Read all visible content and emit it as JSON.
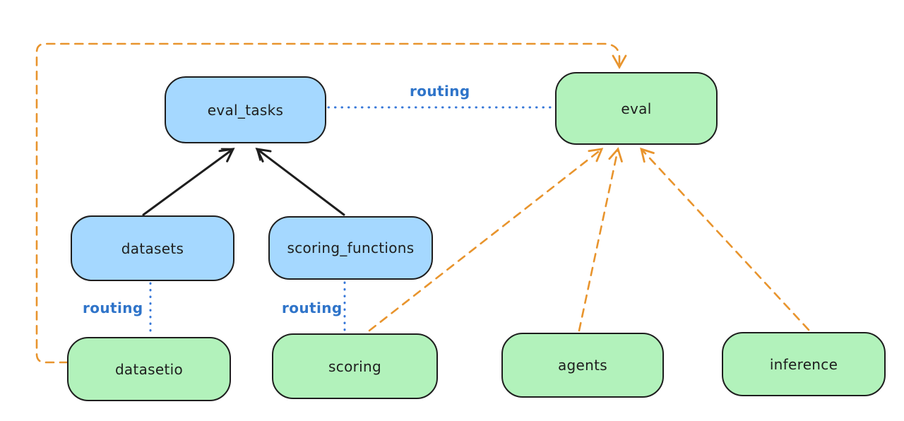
{
  "diagram": {
    "nodes": [
      {
        "id": "eval_tasks",
        "label": "eval_tasks",
        "color": "#a5d8ff"
      },
      {
        "id": "eval",
        "label": "eval",
        "color": "#b2f2bb"
      },
      {
        "id": "datasets",
        "label": "datasets",
        "color": "#a5d8ff"
      },
      {
        "id": "scoring_functions",
        "label": "scoring_functions",
        "color": "#a5d8ff"
      },
      {
        "id": "datasetio",
        "label": "datasetio",
        "color": "#b2f2bb"
      },
      {
        "id": "scoring",
        "label": "scoring",
        "color": "#b2f2bb"
      },
      {
        "id": "agents",
        "label": "agents",
        "color": "#b2f2bb"
      },
      {
        "id": "inference",
        "label": "inference",
        "color": "#b2f2bb"
      }
    ],
    "edges": [
      {
        "from": "eval_tasks",
        "to": "eval",
        "style": "dotted-blue",
        "label": "routing"
      },
      {
        "from": "datasets",
        "to": "datasetio",
        "style": "dotted-blue",
        "label": "routing"
      },
      {
        "from": "scoring_functions",
        "to": "scoring",
        "style": "dotted-blue",
        "label": "routing"
      },
      {
        "from": "datasets",
        "to": "eval_tasks",
        "style": "solid-black-arrow"
      },
      {
        "from": "scoring_functions",
        "to": "eval_tasks",
        "style": "solid-black-arrow"
      },
      {
        "from": "datasetio",
        "to": "eval",
        "style": "dashed-orange-arrow"
      },
      {
        "from": "scoring",
        "to": "eval",
        "style": "dashed-orange-arrow"
      },
      {
        "from": "agents",
        "to": "eval",
        "style": "dashed-orange-arrow"
      },
      {
        "from": "inference",
        "to": "eval",
        "style": "dashed-orange-arrow"
      }
    ],
    "colors": {
      "blue_node_fill": "#a5d8ff",
      "green_node_fill": "#b2f2bb",
      "node_stroke": "#1e1e1e",
      "routing_blue": "#2f74c9",
      "orange_arrow": "#e8942d",
      "black_arrow": "#1e1e1e",
      "background": "#ffffff"
    }
  }
}
